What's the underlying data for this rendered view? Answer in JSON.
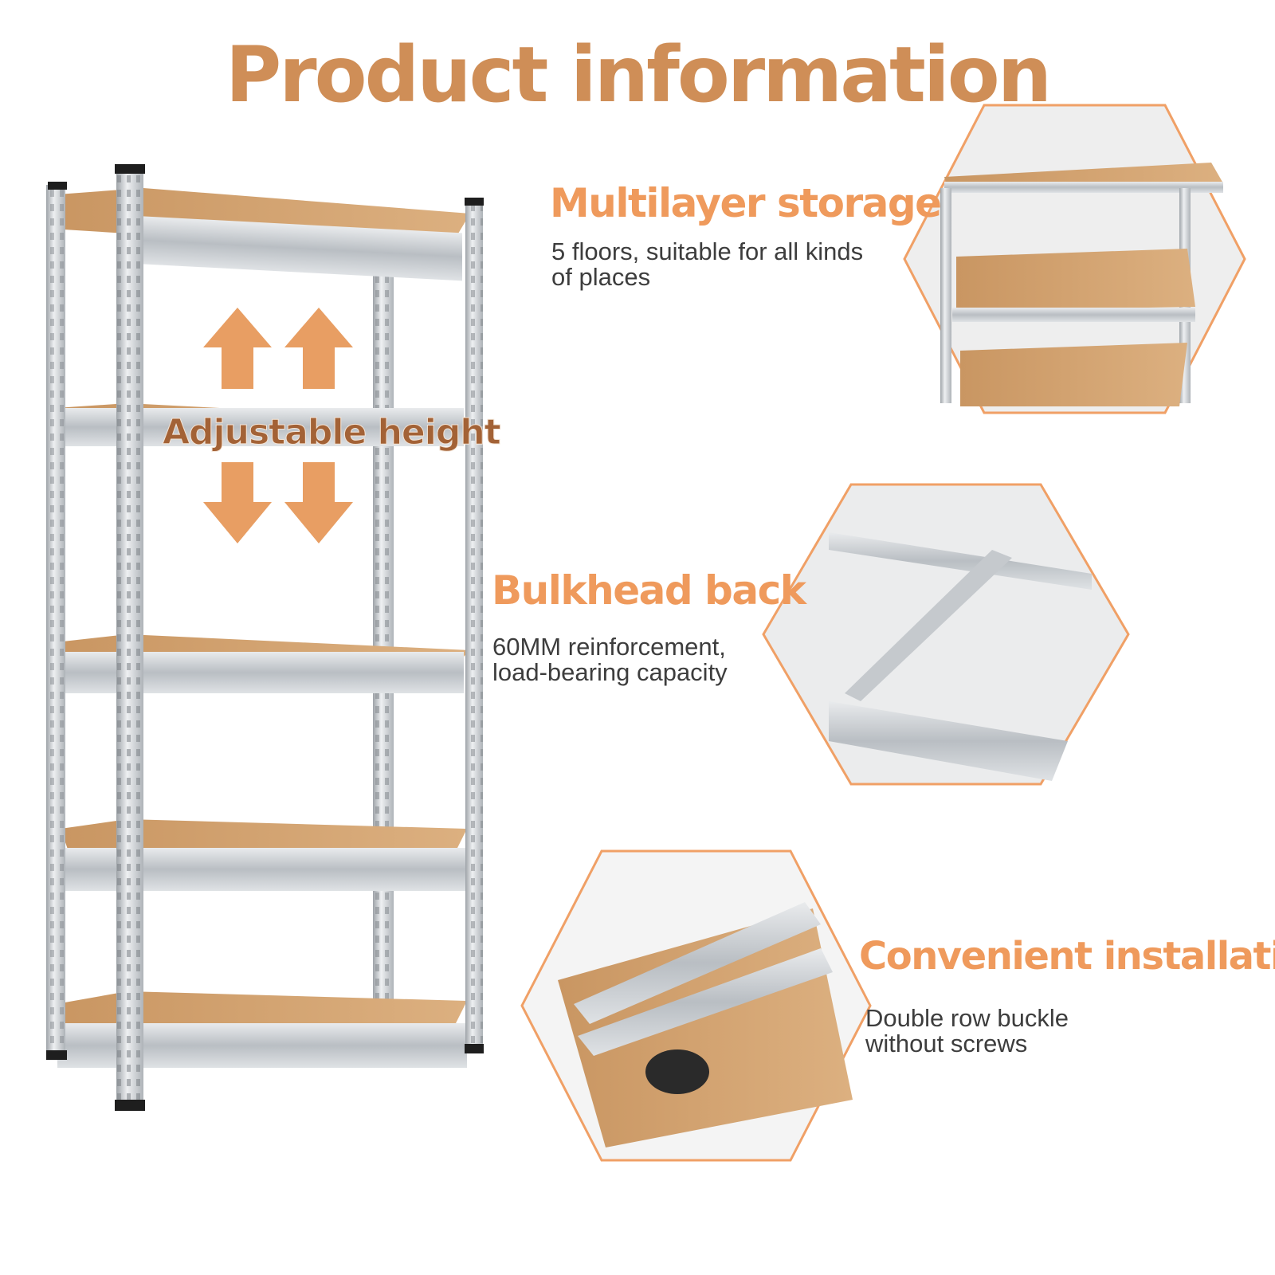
{
  "title": "Product information",
  "shelf": {
    "callout": "Adjustable height",
    "arrow_color": "#e89e63"
  },
  "features": [
    {
      "heading": "Multilayer storage",
      "lines": [
        "5 floors, suitable for all kinds",
        "of places"
      ]
    },
    {
      "heading": "Bulkhead back",
      "lines": [
        "60MM reinforcement,",
        "load-bearing capacity"
      ]
    },
    {
      "heading": "Convenient installation",
      "lines": [
        "Double row buckle",
        "without screws"
      ]
    }
  ],
  "colors": {
    "title": "#cf8e57",
    "heading": "#ef9a5c",
    "hexagon_border": "#f0a066",
    "board": "#d9a876",
    "steel": "#c9ccd0"
  }
}
